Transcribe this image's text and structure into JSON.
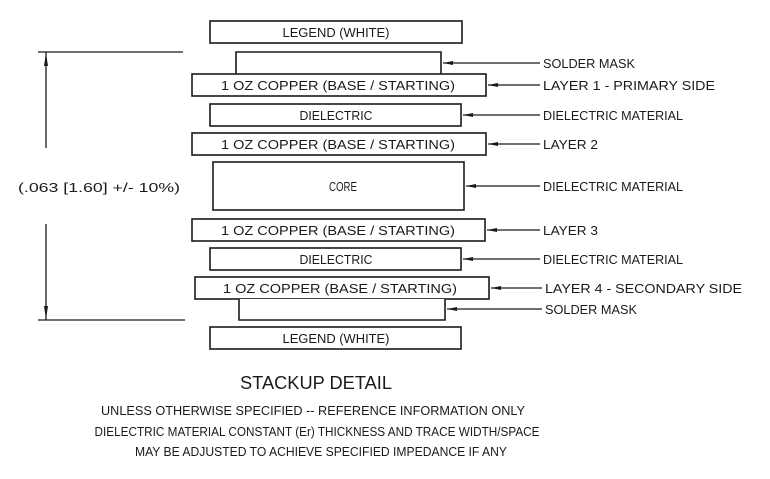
{
  "layers": {
    "legend_top": "LEGEND (WHITE)",
    "copper_1": "1 OZ COPPER (BASE / STARTING)",
    "dielectric_1": "DIELECTRIC",
    "copper_2": "1 OZ COPPER (BASE / STARTING)",
    "core": "CORE",
    "copper_3": "1 OZ COPPER (BASE / STARTING)",
    "dielectric_2": "DIELECTRIC",
    "copper_4": "1 OZ COPPER (BASE / STARTING)",
    "legend_bottom": "LEGEND (WHITE)"
  },
  "callouts": [
    "SOLDER MASK",
    "LAYER 1 - PRIMARY SIDE",
    "DIELECTRIC MATERIAL",
    "LAYER 2",
    "DIELECTRIC MATERIAL",
    "LAYER 3",
    "DIELECTRIC MATERIAL",
    "LAYER 4 - SECONDARY SIDE",
    "SOLDER MASK"
  ],
  "dimension": "(.063 [1.60] +/- 10%)",
  "title": "STACKUP DETAIL",
  "notes": [
    "UNLESS OTHERWISE SPECIFIED -- REFERENCE INFORMATION ONLY",
    "DIELECTRIC MATERIAL CONSTANT (Er) THICKNESS AND TRACE WIDTH/SPACE",
    "MAY BE ADJUSTED TO ACHIEVE SPECIFIED IMPEDANCE IF ANY"
  ]
}
